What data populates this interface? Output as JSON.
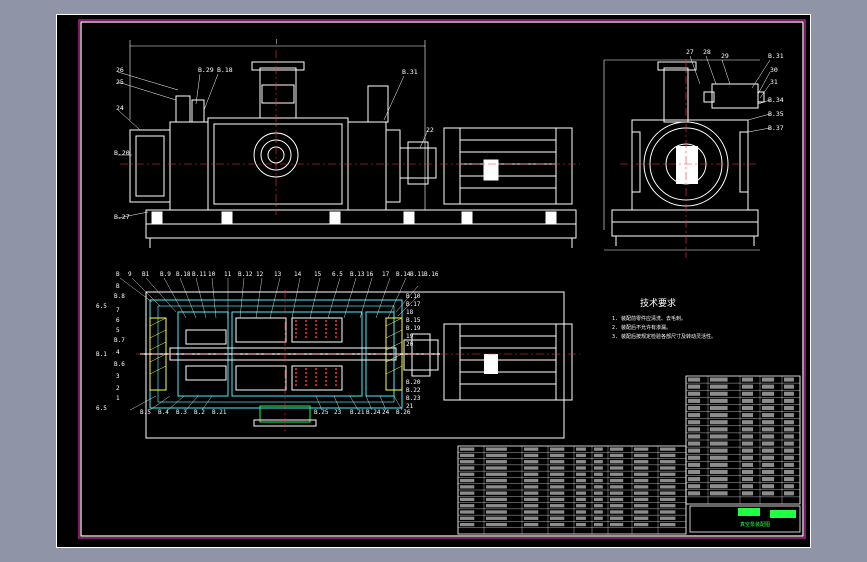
{
  "colors": {
    "background": "#8f95a7",
    "canvas": "#000000",
    "frame_white": "#ffffff",
    "frame_magenta": "#b0208a",
    "outline": "#ffffff",
    "dimension": "#ffffff",
    "center_line": "#ff3030",
    "hatch": "#ffff40",
    "cyan": "#40f0ff",
    "green": "#20ff40",
    "table": "#ffffff"
  },
  "labels": {
    "elev_left": [
      "26",
      "25",
      "24",
      "B.20",
      "B.27"
    ],
    "elev_top": [
      "B.29",
      "B.18"
    ],
    "elev_right": [
      "B.31",
      "22"
    ],
    "side_top": [
      "27",
      "28",
      "29"
    ],
    "side_right": [
      "B.31",
      "30",
      "31",
      "B.34",
      "B.35",
      "B.37"
    ],
    "plan_top": [
      "B",
      "9",
      "B1",
      "B.9",
      "B.18",
      "B.11",
      "10",
      "11",
      "B.12",
      "12",
      "13",
      "14",
      "15",
      "6.5",
      "B.13",
      "16",
      "17",
      "B.14",
      "B.11",
      "B.16"
    ],
    "plan_left": [
      "6.5",
      "B",
      "B.8",
      "7",
      "6",
      "5",
      "B.7",
      "4",
      "B.1",
      "B.6",
      "3",
      "2",
      "1",
      "6.5"
    ],
    "plan_right": [
      "B.10",
      "B.17",
      "18",
      "B.15",
      "B.19",
      "19",
      "20",
      "B.20",
      "B.22",
      "B.23",
      "21"
    ],
    "plan_bottom": [
      "B.5",
      "B.4",
      "B.3",
      "B.2",
      "B.21",
      "B.25",
      "23",
      "B.21",
      "B.24",
      "24",
      "B.26"
    ]
  },
  "notes": {
    "title": "技术要求",
    "items": [
      "1. 装配前零件应清洗、去毛刺。",
      "2. 装配后不允许有渗漏。",
      "3. 装配后按规定检验各部尺寸及转动灵活性。"
    ]
  },
  "title_block": {
    "name": "真空泵装配图"
  }
}
